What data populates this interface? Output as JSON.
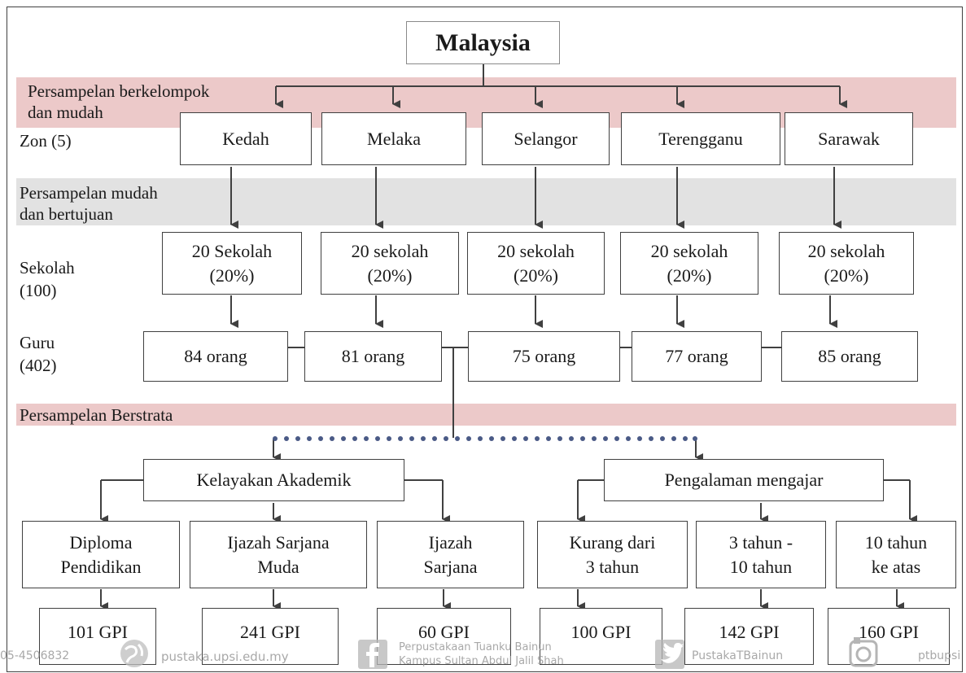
{
  "title": "Malaysia",
  "bands": {
    "cluster": "Persampelan berkelompok\ndan mudah",
    "purposive": "Persampelan mudah\ndan bertujuan",
    "stratified": "Persampelan Berstrata"
  },
  "row_labels": {
    "zones": "Zon (5)",
    "schools": "Sekolah\n(100)",
    "teachers": "Guru\n(402)"
  },
  "zones": [
    "Kedah",
    "Melaka",
    "Selangor",
    "Terengganu",
    "Sarawak"
  ],
  "schools": [
    "20 Sekolah\n(20%)",
    "20 sekolah\n(20%)",
    "20 sekolah\n(20%)",
    "20 sekolah\n(20%)",
    "20 sekolah\n(20%)"
  ],
  "teachers": [
    "84 orang",
    "81 orang",
    "75 orang",
    "77 orang",
    "85 orang"
  ],
  "strata": {
    "academic": {
      "label": "Kelayakan Akademik",
      "groups": [
        "Diploma\nPendidikan",
        "Ijazah Sarjana\nMuda",
        "Ijazah\nSarjana"
      ],
      "counts": [
        "101 GPI",
        "241 GPI",
        "60 GPI"
      ]
    },
    "experience": {
      "label": "Pengalaman mengajar",
      "groups": [
        "Kurang dari\n3 tahun",
        "3 tahun -\n10 tahun",
        "10 tahun\nke atas"
      ],
      "counts": [
        "100 GPI",
        "142 GPI",
        "160 GPI"
      ]
    }
  },
  "footer": {
    "phone": "05-4506832",
    "website": "pustaka.upsi.edu.my",
    "facebook_line1": "Perpustakaan Tuanku Bainun",
    "facebook_line2": "Kampus Sultan Abdul Jalil Shah",
    "twitter": "PustakaTBainun",
    "instagram": "ptbupsi"
  }
}
